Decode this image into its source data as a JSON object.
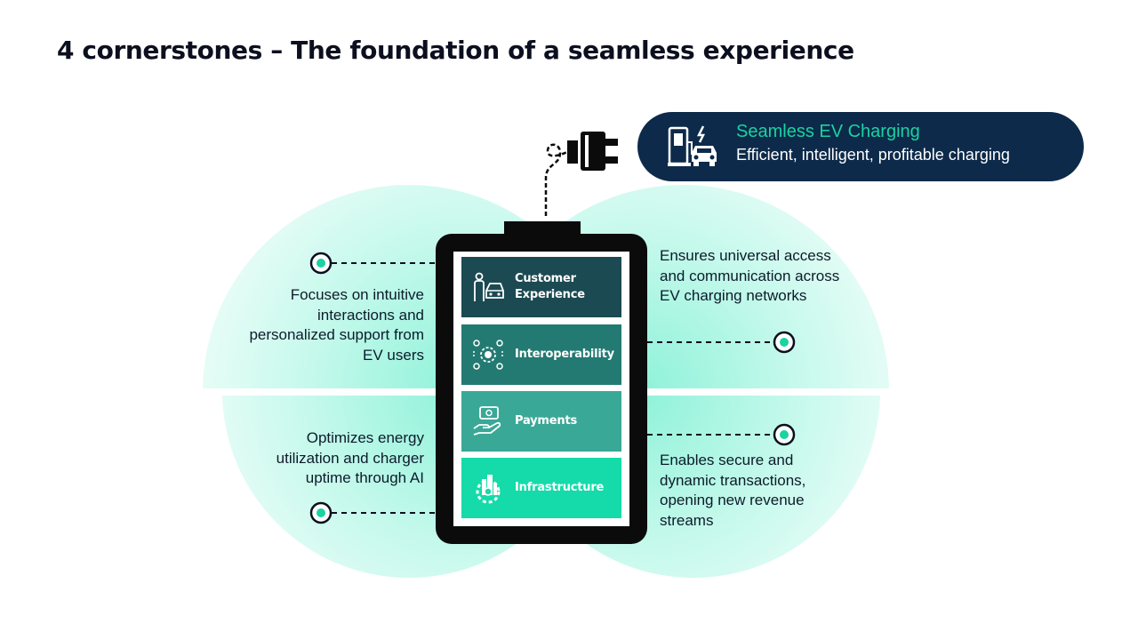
{
  "title": "4 cornerstones – The foundation of a seamless experience",
  "banner": {
    "title": "Seamless EV Charging",
    "subtitle": "Efficient, intelligent, profitable charging",
    "icon": "ev-charging-station-icon"
  },
  "cornerstones": [
    {
      "label": "Customer Experience",
      "icon": "person-car-icon",
      "color": "#1c4a53"
    },
    {
      "label": "Interoperability",
      "icon": "network-gear-icon",
      "color": "#237a72"
    },
    {
      "label": "Payments",
      "icon": "hand-money-icon",
      "color": "#3aa897"
    },
    {
      "label": "Infrastructure",
      "icon": "city-gear-icon",
      "color": "#14dba9"
    }
  ],
  "descriptions": {
    "top_left": "Focuses on intuitive interactions and personalized support from EV users",
    "top_right": "Ensures universal access and communication across EV charging networks",
    "bottom_left": "Optimizes energy utilization and charger uptime through AI",
    "bottom_right": "Enables secure and dynamic transactions, opening new revenue streams"
  },
  "colors": {
    "accent": "#19d3a2",
    "navy": "#0d2a4a",
    "battery": "#0b0b0b",
    "circle_fill": "#b9f7e6"
  }
}
